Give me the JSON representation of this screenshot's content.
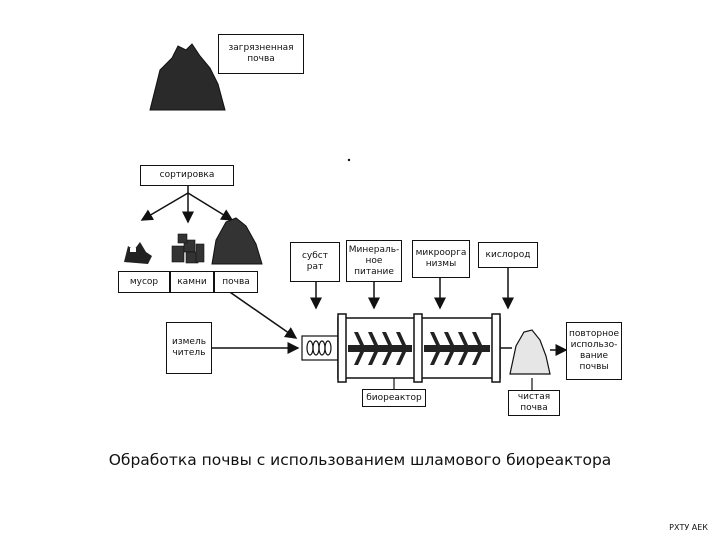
{
  "diagram": {
    "contaminated_soil": "загрязненная\nпочва",
    "sorting": "сортировка",
    "trash": "мусор",
    "stones": "камни",
    "soil": "почва",
    "substrate": "субст\nрат",
    "mineral_nutrition": "Минераль-\nное\nпитание",
    "microorganisms": "микроорга\nнизмы",
    "oxygen": "кислород",
    "crusher": "измель\nчитель",
    "reuse": "повторное\nиспользо-\nвание\nпочвы",
    "bioreactor": "биореактор",
    "clean_soil": "чистая\nпочва"
  },
  "caption": "Обработка почвы с использованием шламового биореактора",
  "corner_mark": "РХТУ АЕК"
}
